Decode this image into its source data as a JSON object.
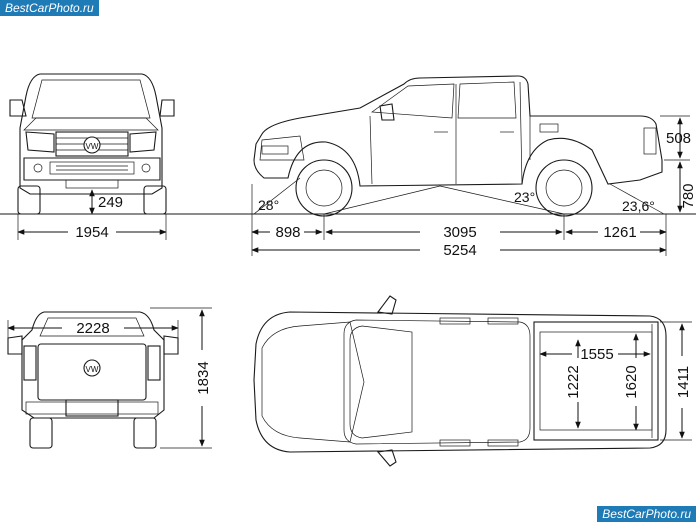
{
  "watermark": {
    "top": "BestCarPhoto.ru",
    "bottom": "BestCarPhoto.ru"
  },
  "front_view": {
    "width": "1954",
    "ground_clearance": "249"
  },
  "side_view": {
    "bed_height": "508",
    "rear_height": "780",
    "front_overhang": "898",
    "wheelbase": "3095",
    "rear_overhang": "1261",
    "overall_length": "5254",
    "approach_angle": "28°",
    "breakover_angle": "23°",
    "departure_angle": "23,6°"
  },
  "rear_view": {
    "track_width": "2228",
    "height": "1834"
  },
  "top_view": {
    "bed_length": "1555",
    "bed_width_between_arches": "1222",
    "bed_width": "1620",
    "tailgate_width": "1411"
  },
  "logo": {
    "brand": "VW"
  }
}
